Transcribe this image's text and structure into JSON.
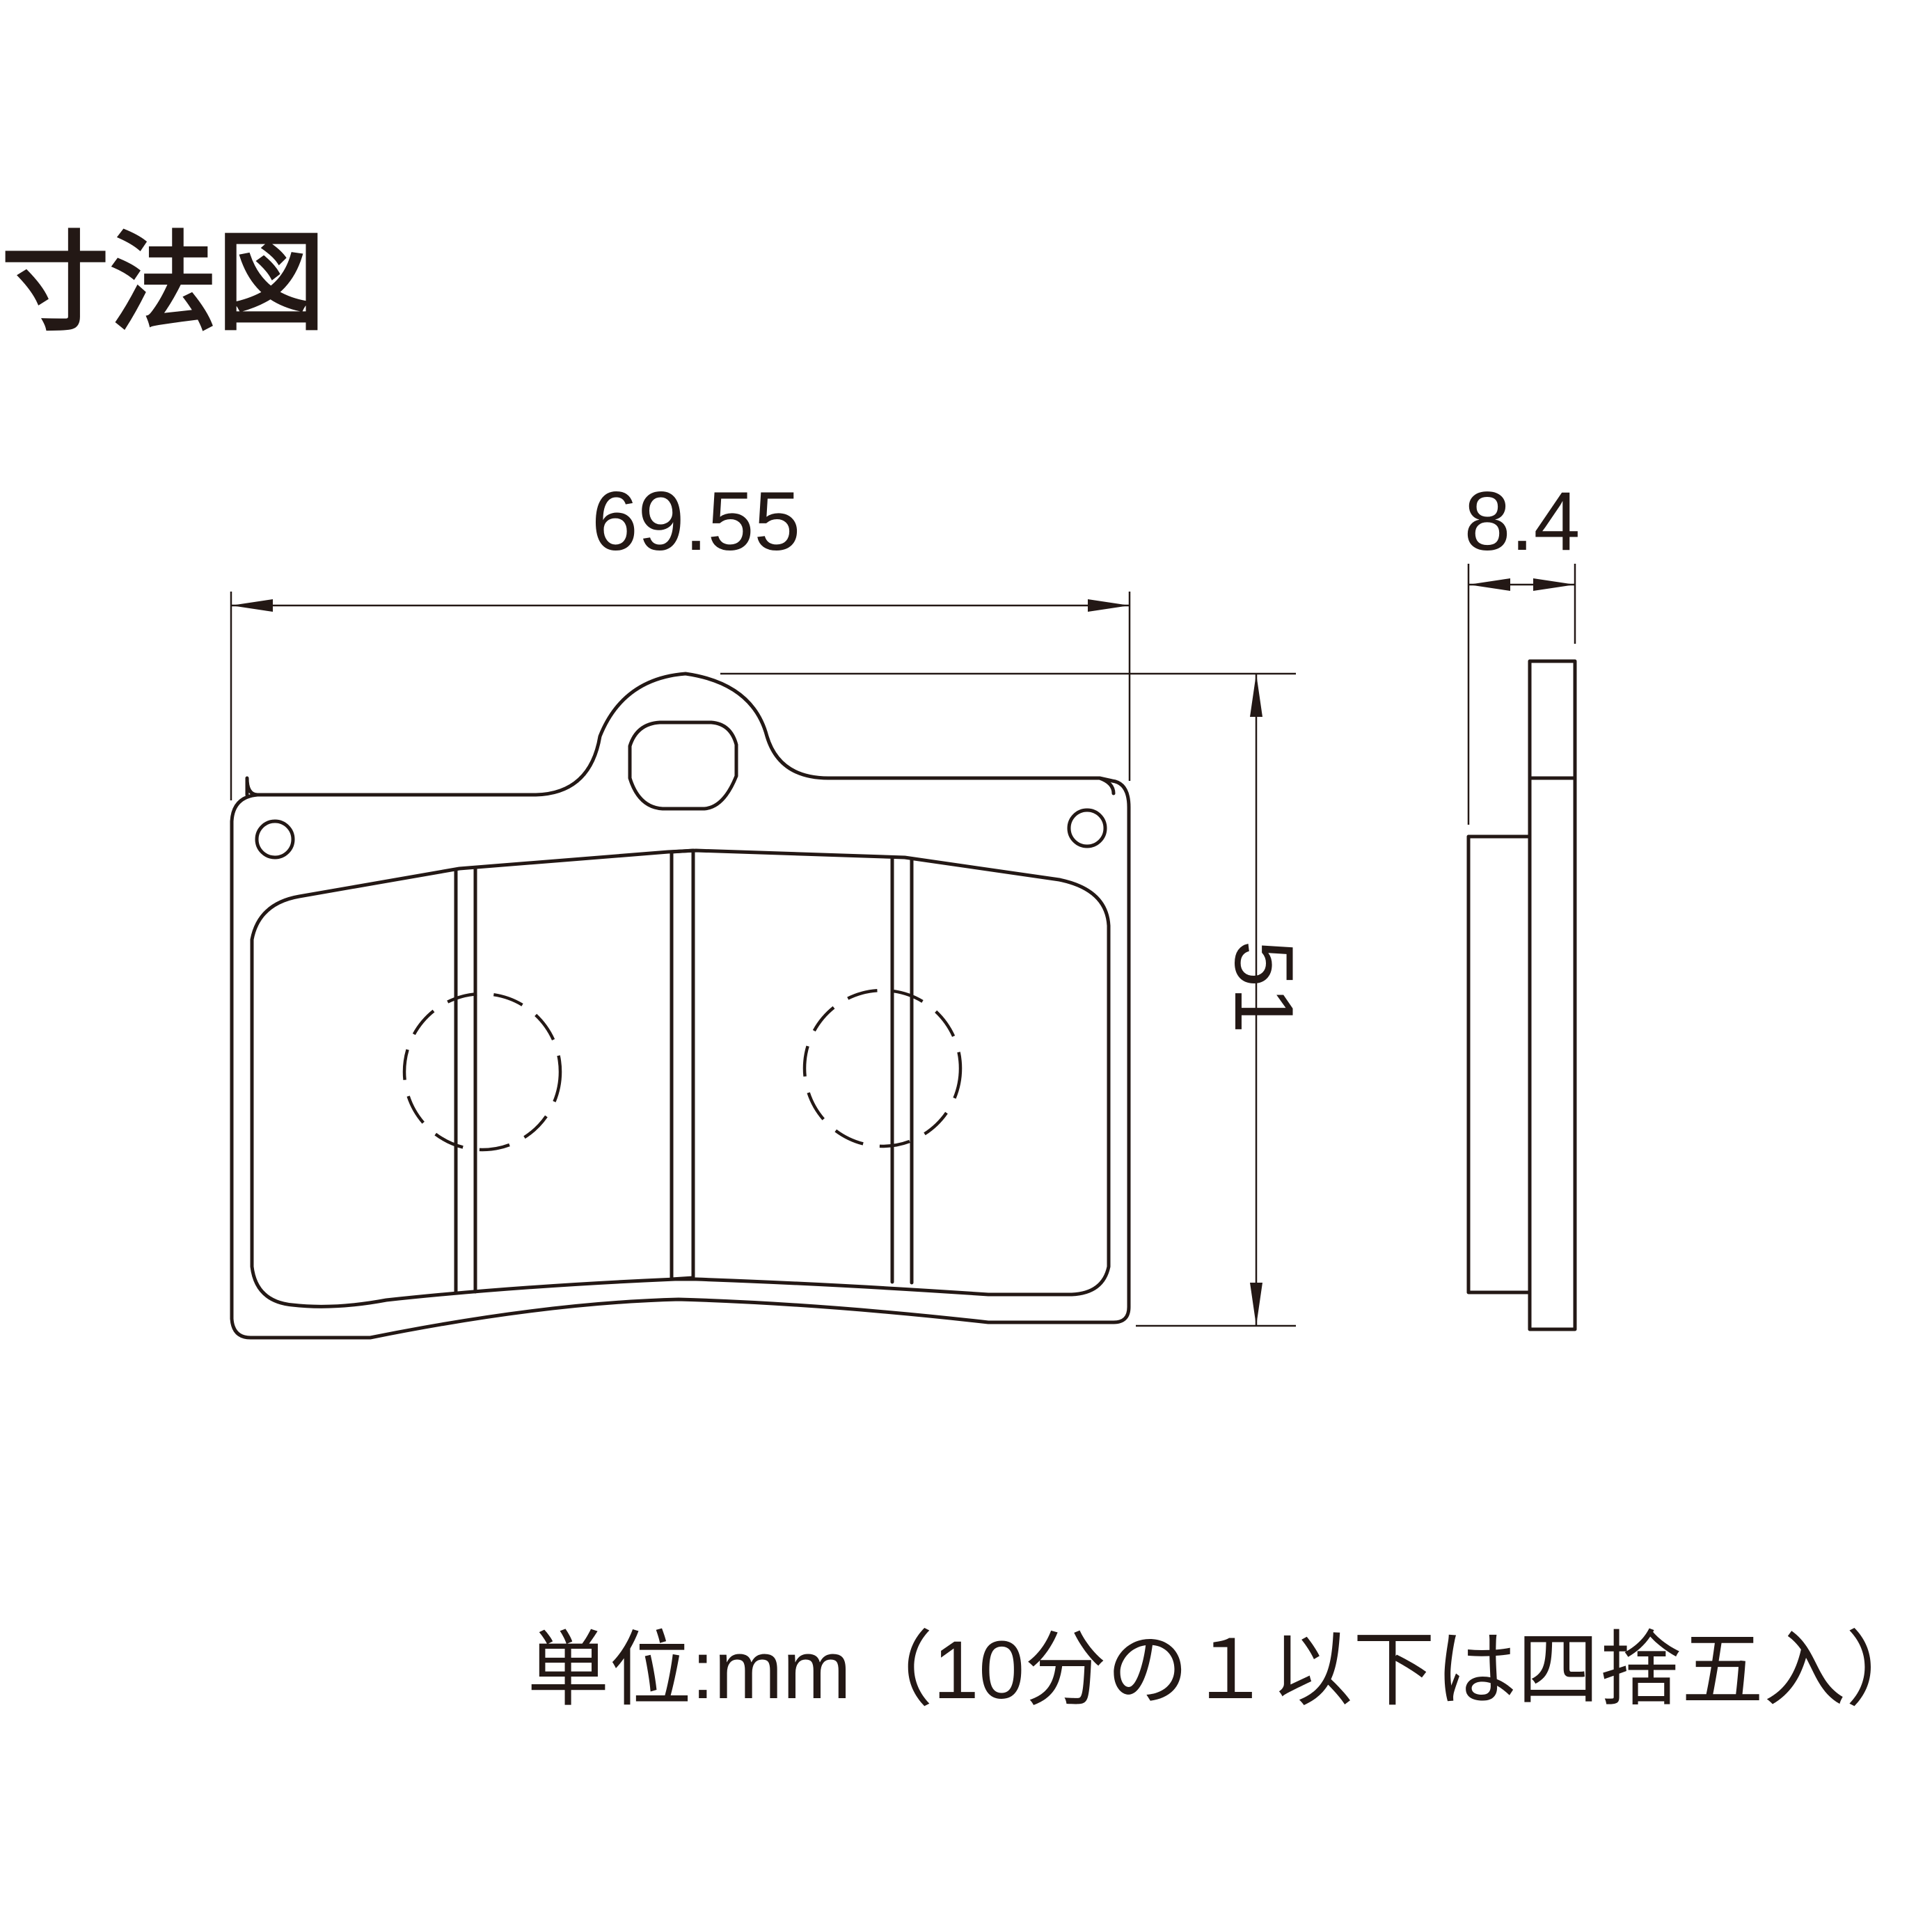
{
  "title": "寸法図",
  "dimensions": {
    "width": "69.55",
    "height": "51",
    "thickness": "8.4"
  },
  "unit_note": "単位:mm（10分の１以下は四捨五入）",
  "colors": {
    "line": "#231815",
    "background": "#ffffff"
  }
}
